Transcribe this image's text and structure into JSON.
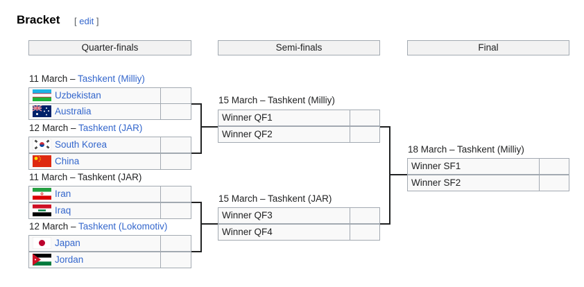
{
  "header": {
    "title": "Bracket",
    "edit_open": "[ ",
    "edit_label": "edit",
    "edit_close": " ]"
  },
  "rounds": {
    "qf": "Quarter-finals",
    "sf": "Semi-finals",
    "final": "Final"
  },
  "quarterfinals": [
    {
      "date": "11 March – ",
      "venue": "Tashkent (Milliy)",
      "venue_linked": true,
      "teams": [
        {
          "name": "Uzbekistan",
          "flag": "uzbekistan-flag"
        },
        {
          "name": "Australia",
          "flag": "australia-flag"
        }
      ]
    },
    {
      "date": "12 March – ",
      "venue": "Tashkent (JAR)",
      "venue_linked": true,
      "teams": [
        {
          "name": "South Korea",
          "flag": "south-korea-flag"
        },
        {
          "name": "China",
          "flag": "china-flag"
        }
      ]
    },
    {
      "date": "11 March – ",
      "venue": "Tashkent (JAR)",
      "venue_linked": false,
      "teams": [
        {
          "name": "Iran",
          "flag": "iran-flag"
        },
        {
          "name": "Iraq",
          "flag": "iraq-flag"
        }
      ]
    },
    {
      "date": "12 March – ",
      "venue": "Tashkent (Lokomotiv)",
      "venue_linked": true,
      "teams": [
        {
          "name": "Japan",
          "flag": "japan-flag"
        },
        {
          "name": "Jordan",
          "flag": "jordan-flag"
        }
      ]
    }
  ],
  "semifinals": [
    {
      "date": "15 March – ",
      "venue": "Tashkent (Milliy)",
      "teams": [
        "Winner QF1",
        "Winner QF2"
      ]
    },
    {
      "date": "15 March – ",
      "venue": "Tashkent (JAR)",
      "teams": [
        "Winner QF3",
        "Winner QF4"
      ]
    }
  ],
  "final": {
    "date": "18 March – ",
    "venue": "Tashkent (Milliy)",
    "teams": [
      "Winner SF1",
      "Winner SF2"
    ]
  }
}
